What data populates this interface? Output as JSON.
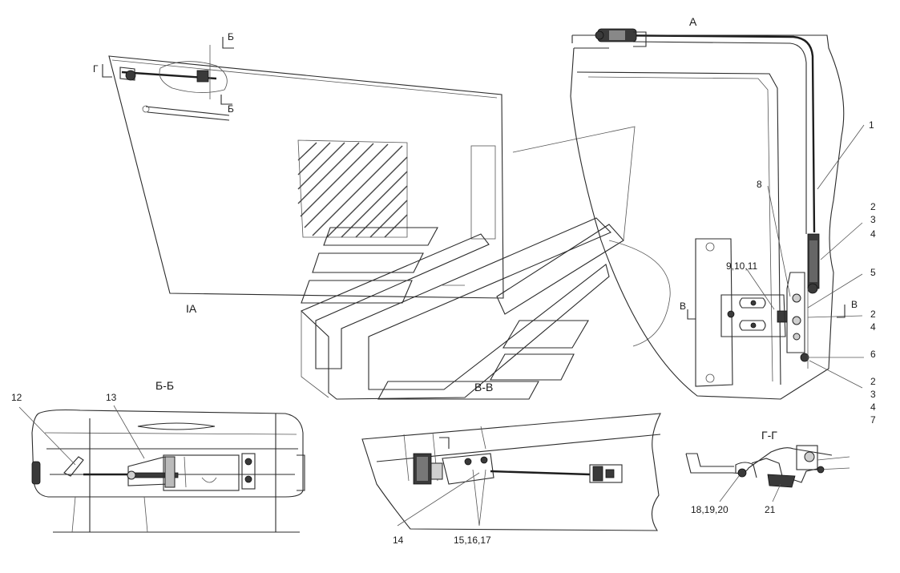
{
  "view_titles": {
    "main": "IA",
    "detail_a": "A",
    "section_bb": "Б-Б",
    "section_vv": "В-В",
    "section_gg": "Г-Г"
  },
  "cut_marks": {
    "b_top": "Б",
    "b_bottom": "Б",
    "g_left": "Г",
    "v_left": "В",
    "v_right": "В"
  },
  "callouts": {
    "p1": "1",
    "p2a": "2",
    "p3a": "3",
    "p4a": "4",
    "p5": "5",
    "p2b": "2",
    "p4b": "4",
    "p6": "6",
    "p2c": "2",
    "p3c": "3",
    "p4c": "4",
    "p7": "7",
    "p8": "8",
    "p9_11": "9,10,11",
    "p12": "12",
    "p13": "13",
    "p14": "14",
    "p15_17": "15,16,17",
    "p18_20": "18,19,20",
    "p21": "21"
  }
}
